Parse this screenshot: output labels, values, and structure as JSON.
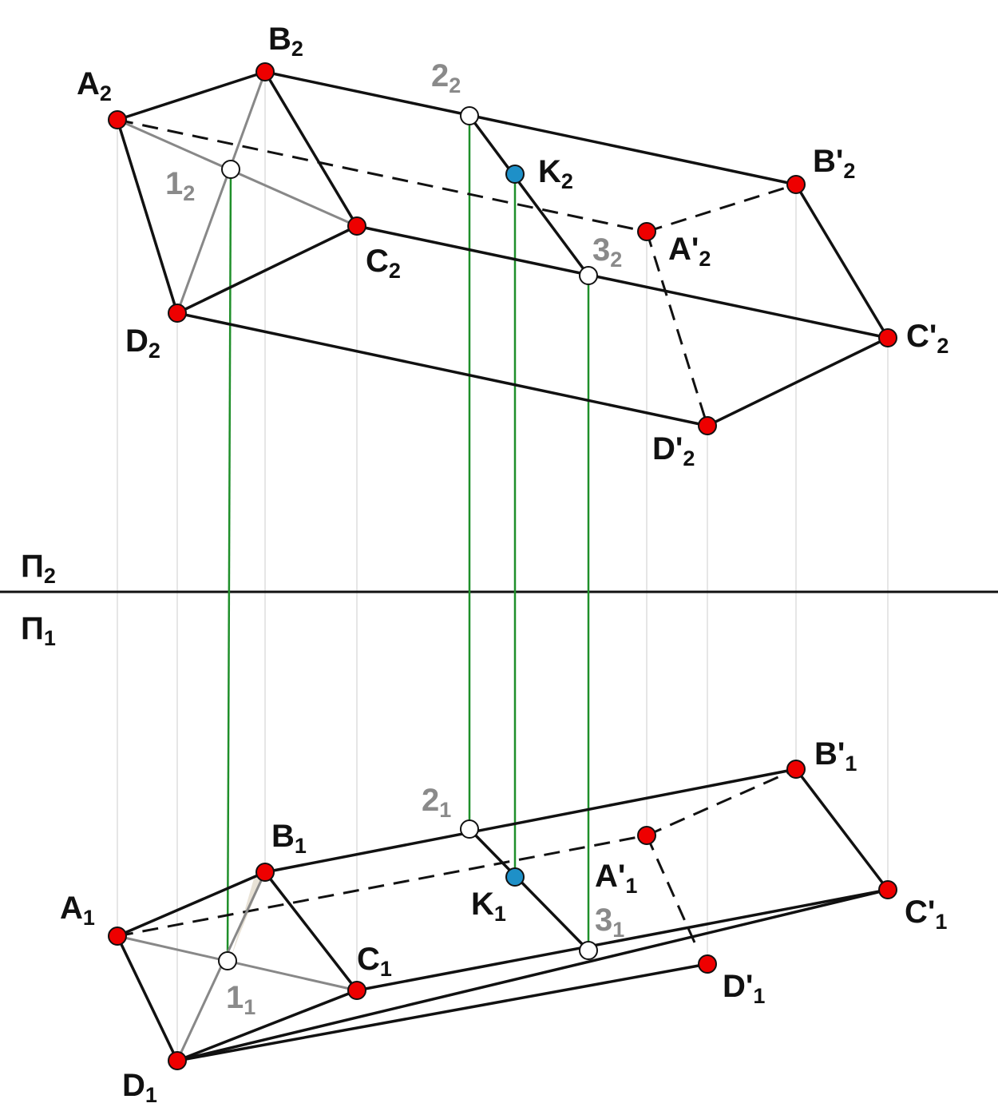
{
  "colors": {
    "vertex_fill": "#ee0000",
    "aux_point_fill": "#ffffff",
    "k_point_fill": "#1e90c8",
    "edge": "#111111",
    "thin_edge": "#888888",
    "link_line": "#1f8f2a",
    "construction_line": "#dedede",
    "axis_line": "#111111",
    "shaded_face": "#e8e2d6"
  },
  "axis": {
    "upper_label": {
      "base": "Π",
      "sub": "2"
    },
    "lower_label": {
      "base": "Π",
      "sub": "1"
    }
  },
  "labels": {
    "A2": {
      "base": "A",
      "sub": "2"
    },
    "B2": {
      "base": "B",
      "sub": "2"
    },
    "C2": {
      "base": "C",
      "sub": "2"
    },
    "D2": {
      "base": "D",
      "sub": "2"
    },
    "A'2": {
      "base": "A'",
      "sub": "2"
    },
    "B'2": {
      "base": "B'",
      "sub": "2"
    },
    "C'2": {
      "base": "C'",
      "sub": "2"
    },
    "D'2": {
      "base": "D'",
      "sub": "2"
    },
    "1_2": {
      "base": "1",
      "sub": "2"
    },
    "2_2": {
      "base": "2",
      "sub": "2"
    },
    "3_2": {
      "base": "3",
      "sub": "2"
    },
    "K2": {
      "base": "K",
      "sub": "2"
    },
    "A1": {
      "base": "A",
      "sub": "1"
    },
    "B1": {
      "base": "B",
      "sub": "1"
    },
    "C1": {
      "base": "C",
      "sub": "1"
    },
    "D1": {
      "base": "D",
      "sub": "1"
    },
    "A'1": {
      "base": "A'",
      "sub": "1"
    },
    "B'1": {
      "base": "B'",
      "sub": "1"
    },
    "C'1": {
      "base": "C'",
      "sub": "1"
    },
    "D'1": {
      "base": "D'",
      "sub": "1"
    },
    "1_1": {
      "base": "1",
      "sub": "1"
    },
    "2_1": {
      "base": "2",
      "sub": "1"
    },
    "3_1": {
      "base": "3",
      "sub": "1"
    },
    "K1": {
      "base": "K",
      "sub": "1"
    }
  }
}
